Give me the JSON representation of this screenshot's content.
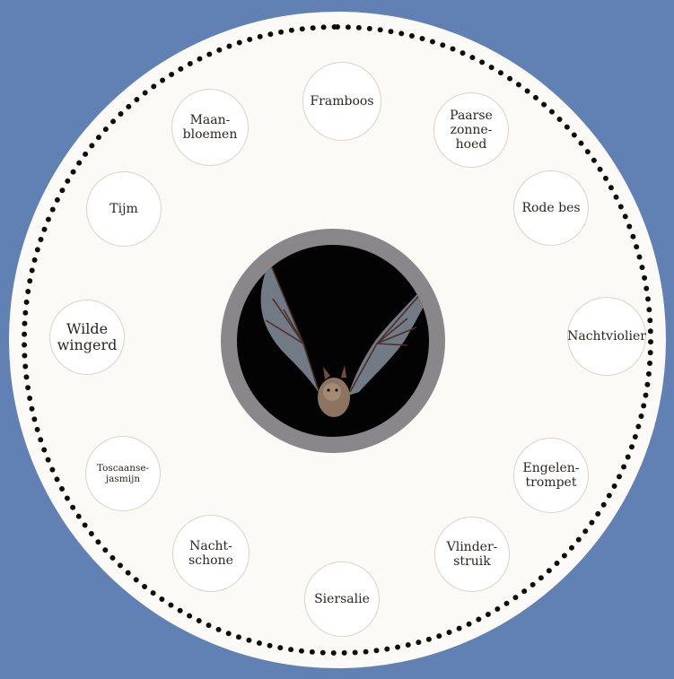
{
  "center_image": {
    "subject": "bat in flight"
  },
  "plants": [
    {
      "id": "framboos",
      "label": "Framboos"
    },
    {
      "id": "paarse-zonnehoed",
      "label": "Paarse\nzonne-\nhoed"
    },
    {
      "id": "rode-bes",
      "label": "Rode bes"
    },
    {
      "id": "nachtviolier",
      "label": "Nachtviolier"
    },
    {
      "id": "engelentrompet",
      "label": "Engelen-\ntrompet"
    },
    {
      "id": "vlinderstruik",
      "label": "Vlinder-\nstruik"
    },
    {
      "id": "siersalie",
      "label": "Siersalie"
    },
    {
      "id": "nachtschone",
      "label": "Nacht-\nschone"
    },
    {
      "id": "toscaanse-jasmijn",
      "label": "Toscaanse-\njasmijn"
    },
    {
      "id": "wilde-wingerd",
      "label": "Wilde\nwingerd"
    },
    {
      "id": "tijm",
      "label": "Tijm"
    },
    {
      "id": "maanbloemen",
      "label": "Maan-\nbloemen"
    }
  ],
  "colors": {
    "background": "#6180b3",
    "plate": "#fbfaf7",
    "dotted_border": "#0e0e0e",
    "center_ring": "#8a878b",
    "center_fill": "#030303",
    "circle_border": "#ddd2c6"
  }
}
